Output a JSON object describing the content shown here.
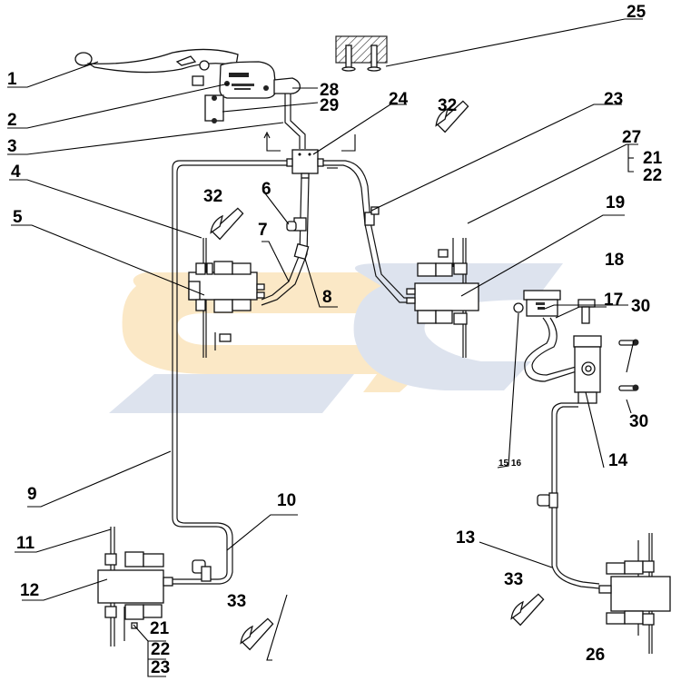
{
  "diagram": {
    "title": "Brake system exploded parts diagram",
    "watermark": {
      "text": "SC",
      "colors": {
        "orange": "#fbe8c6",
        "blue": "#dde3ee"
      }
    },
    "callouts": [
      {
        "id": "c1",
        "label": "1"
      },
      {
        "id": "c2",
        "label": "2"
      },
      {
        "id": "c3",
        "label": "3"
      },
      {
        "id": "c4",
        "label": "4"
      },
      {
        "id": "c5",
        "label": "5"
      },
      {
        "id": "c6",
        "label": "6"
      },
      {
        "id": "c7",
        "label": "7"
      },
      {
        "id": "c8",
        "label": "8"
      },
      {
        "id": "c9",
        "label": "9"
      },
      {
        "id": "c10",
        "label": "10"
      },
      {
        "id": "c11",
        "label": "11"
      },
      {
        "id": "c12",
        "label": "12"
      },
      {
        "id": "c13",
        "label": "13"
      },
      {
        "id": "c14",
        "label": "14"
      },
      {
        "id": "c1516",
        "label": "15 16"
      },
      {
        "id": "c17",
        "label": "17"
      },
      {
        "id": "c18",
        "label": "18"
      },
      {
        "id": "c19",
        "label": "19"
      },
      {
        "id": "c21a",
        "label": "21"
      },
      {
        "id": "c22a",
        "label": "22"
      },
      {
        "id": "c21b",
        "label": "21"
      },
      {
        "id": "c22b",
        "label": "22"
      },
      {
        "id": "c23b",
        "label": "23"
      },
      {
        "id": "c23",
        "label": "23"
      },
      {
        "id": "c24",
        "label": "24"
      },
      {
        "id": "c25",
        "label": "25"
      },
      {
        "id": "c26",
        "label": "26"
      },
      {
        "id": "c27",
        "label": "27"
      },
      {
        "id": "c28",
        "label": "28"
      },
      {
        "id": "c29",
        "label": "29"
      },
      {
        "id": "c30a",
        "label": "30"
      },
      {
        "id": "c30b",
        "label": "30"
      },
      {
        "id": "c32a",
        "label": "32"
      },
      {
        "id": "c32b",
        "label": "32"
      },
      {
        "id": "c33a",
        "label": "33"
      },
      {
        "id": "c33b",
        "label": "33"
      }
    ],
    "parts": {
      "lever": "brake-lever",
      "master_cylinder": "handlebar-master-cylinder",
      "splitter": "brake-line-splitter",
      "caliper_front_left": "caliper",
      "caliper_front_right": "caliper",
      "caliper_rear_left": "caliper",
      "caliper_rear_right": "caliper",
      "reservoir": "fluid-reservoir",
      "rear_master_cylinder": "rear-master-cylinder",
      "pads": "brake-pads",
      "mount": "mounting-block"
    }
  }
}
